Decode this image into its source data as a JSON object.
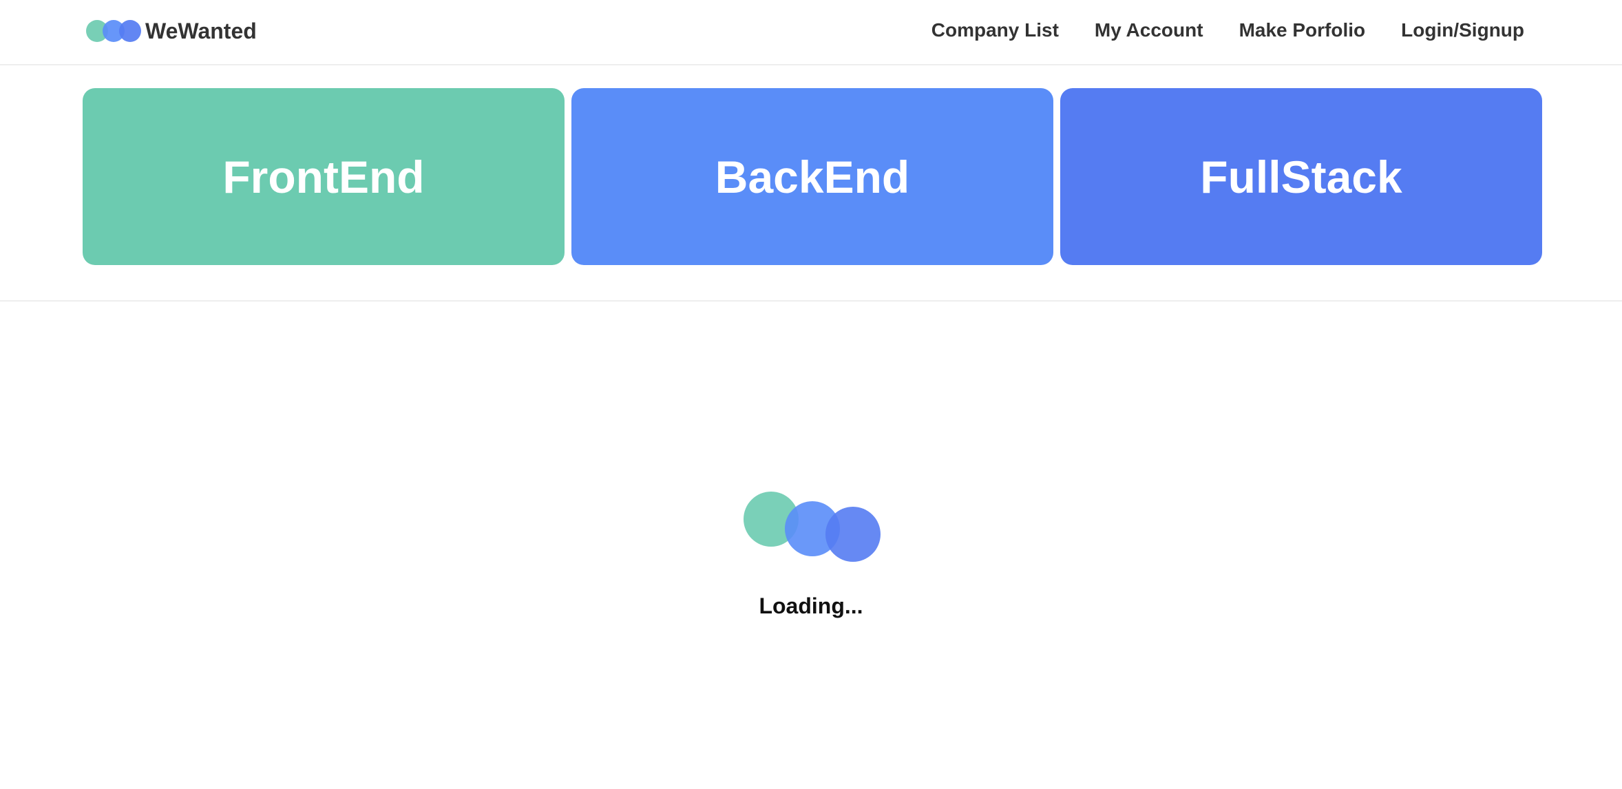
{
  "colors": {
    "green": "#6ccbb0",
    "blue": "#5a8df8",
    "indigo": "#557cf2"
  },
  "header": {
    "logo_text": "WeWanted",
    "nav": [
      {
        "label": "Company List"
      },
      {
        "label": "My Account"
      },
      {
        "label": "Make Porfolio"
      },
      {
        "label": "Login/Signup"
      }
    ]
  },
  "categories": [
    {
      "label": "FrontEnd",
      "color": "#6ccbb0"
    },
    {
      "label": "BackEnd",
      "color": "#5a8df8"
    },
    {
      "label": "FullStack",
      "color": "#557cf2"
    }
  ],
  "loading": {
    "text": "Loading..."
  }
}
